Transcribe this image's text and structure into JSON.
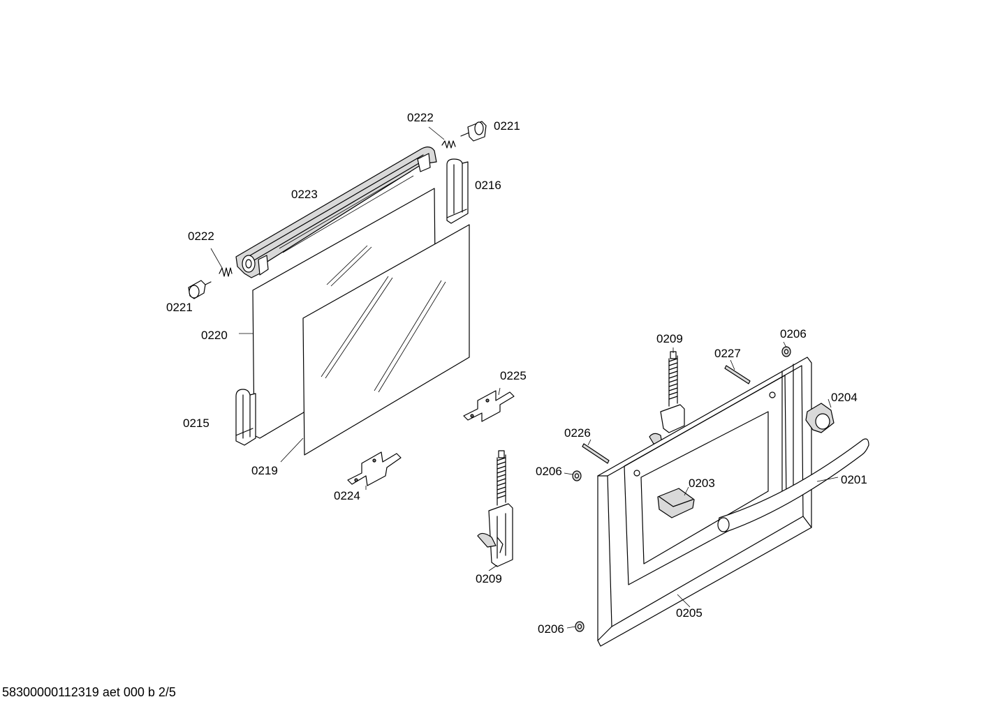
{
  "labels": {
    "p0222_top": "0222",
    "p0221_top": "0221",
    "p0216": "0216",
    "p0223": "0223",
    "p0222_left": "0222",
    "p0221_left": "0221",
    "p0220": "0220",
    "p0215": "0215",
    "p0219": "0219",
    "p0225": "0225",
    "p0224": "0224",
    "p0209_bottom": "0209",
    "p0209_top": "0209",
    "p0227": "0227",
    "p0206_top": "0206",
    "p0204": "0204",
    "p0226": "0226",
    "p0206_mid": "0206",
    "p0203": "0203",
    "p0201": "0201",
    "p0205": "0205",
    "p0206_bottom": "0206"
  },
  "footer": {
    "document_id": "58300000112319 aet 000 b 2/5"
  }
}
